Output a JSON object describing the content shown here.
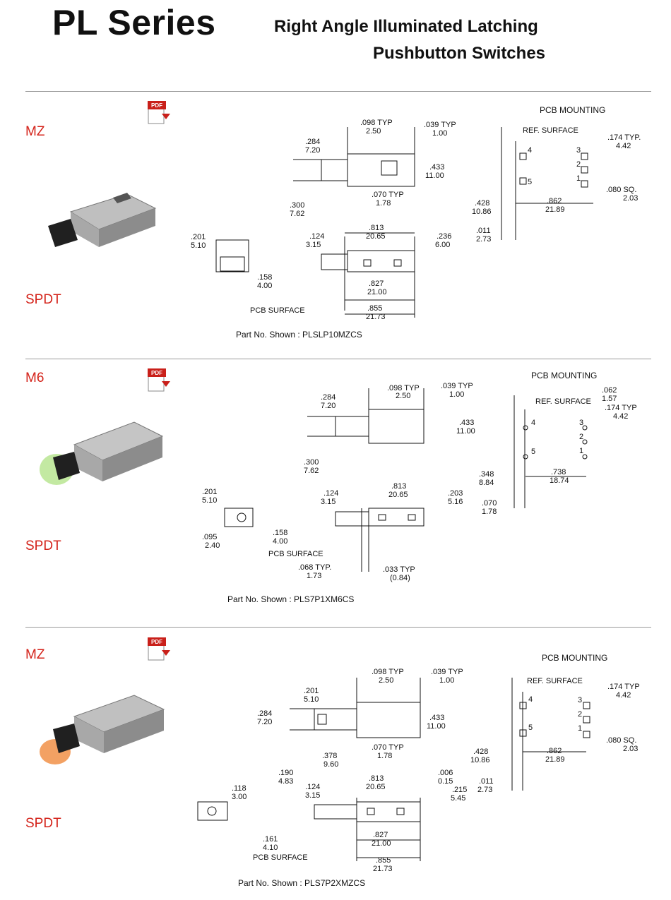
{
  "header": {
    "title": "PL Series",
    "subtitle_line1": "Right Angle Illuminated Latching",
    "subtitle_line2": "Pushbutton Switches"
  },
  "sections": [
    {
      "model": "MZ",
      "pole": "SPDT",
      "pdf_label": "PDF",
      "pcb_title": "PCB MOUNTING",
      "part_no": "Part No. Shown : PLSLP10MZCS",
      "dims": {
        "d1": ".098 TYP",
        "d1b": "2.50",
        "d2": ".039 TYP",
        "d2b": "1.00",
        "d3": ".284",
        "d3b": "7.20",
        "d4": ".433",
        "d4b": "11.00",
        "d5": ".070 TYP",
        "d5b": "1.78",
        "d6": ".300",
        "d6b": "7.62",
        "d7": ".201",
        "d7b": "5.10",
        "d8": ".124",
        "d8b": "3.15",
        "d9": ".813",
        "d9b": "20.65",
        "d10": ".236",
        "d10b": "6.00",
        "d11": ".158",
        "d11b": "4.00",
        "d12": ".827",
        "d12b": "21.00",
        "d13": ".855",
        "d13b": "21.73",
        "pcb_surface": "PCB SURFACE"
      },
      "pcb": {
        "ref": "REF. SURFACE",
        "p1": ".174 TYP.",
        "p1b": "4.42",
        "p2": ".428",
        "p2b": "10.86",
        "p3": ".862",
        "p3b": "21.89",
        "p4": ".080 SQ.",
        "p4b": "2.03",
        "p5": ".011",
        "p5b": "2.73",
        "pins": [
          "3",
          "2",
          "1",
          "4",
          "5"
        ]
      }
    },
    {
      "model": "M6",
      "pole": "SPDT",
      "pdf_label": "PDF",
      "pcb_title": "PCB MOUNTING",
      "part_no": "Part No. Shown : PLS7P1XM6CS",
      "dims": {
        "d1": ".098 TYP",
        "d1b": "2.50",
        "d2": ".039 TYP",
        "d2b": "1.00",
        "d3": ".284",
        "d3b": "7.20",
        "d4": ".433",
        "d4b": "11.00",
        "d6": ".300",
        "d6b": "7.62",
        "d7": ".201",
        "d7b": "5.10",
        "d8": ".124",
        "d8b": "3.15",
        "d9": ".813",
        "d9b": "20.65",
        "d10": ".203",
        "d10b": "5.16",
        "d11": ".158",
        "d11b": "4.00",
        "d12": ".095",
        "d12b": "2.40",
        "d13": ".068 TYP.",
        "d13b": "1.73",
        "d14": ".033 TYP",
        "d14b": "(0.84)",
        "pcb_surface": "PCB SURFACE"
      },
      "pcb": {
        "ref": "REF. SURFACE",
        "p1": ".062",
        "p1b": "1.57",
        "p1c": ".174 TYP",
        "p1d": "4.42",
        "p2": ".348",
        "p2b": "8.84",
        "p3": ".738",
        "p3b": "18.74",
        "p5": ".070",
        "p5b": "1.78",
        "pins": [
          "3",
          "2",
          "1",
          "4",
          "5"
        ]
      }
    },
    {
      "model": "MZ",
      "pole": "SPDT",
      "pdf_label": "PDF",
      "pcb_title": "PCB MOUNTING",
      "part_no": "Part No. Shown : PLS7P2XMZCS",
      "dims": {
        "d1": ".098 TYP",
        "d1b": "2.50",
        "d2": ".039 TYP",
        "d2b": "1.00",
        "d3": ".201",
        "d3b": "5.10",
        "d3c": ".284",
        "d3d": "7.20",
        "d4": ".433",
        "d4b": "11.00",
        "d5": ".070 TYP",
        "d5b": "1.78",
        "d6": ".378",
        "d6b": "9.60",
        "d7": ".118",
        "d7b": "3.00",
        "d8": ".190",
        "d8b": "4.83",
        "d8c": ".124",
        "d8d": "3.15",
        "d9": ".813",
        "d9b": "20.65",
        "d10": ".006",
        "d10b": "0.15",
        "d10c": ".215",
        "d10d": "5.45",
        "d11": ".161",
        "d11b": "4.10",
        "d12": ".827",
        "d12b": "21.00",
        "d13": ".855",
        "d13b": "21.73",
        "pcb_surface": "PCB SURFACE"
      },
      "pcb": {
        "ref": "REF. SURFACE",
        "p1": ".174 TYP",
        "p1b": "4.42",
        "p2": ".428",
        "p2b": "10.86",
        "p3": ".862",
        "p3b": "21.89",
        "p4": ".080 SQ.",
        "p4b": "2.03",
        "p5": ".011",
        "p5b": "2.73",
        "pins": [
          "3",
          "2",
          "1",
          "4",
          "5"
        ]
      }
    }
  ]
}
